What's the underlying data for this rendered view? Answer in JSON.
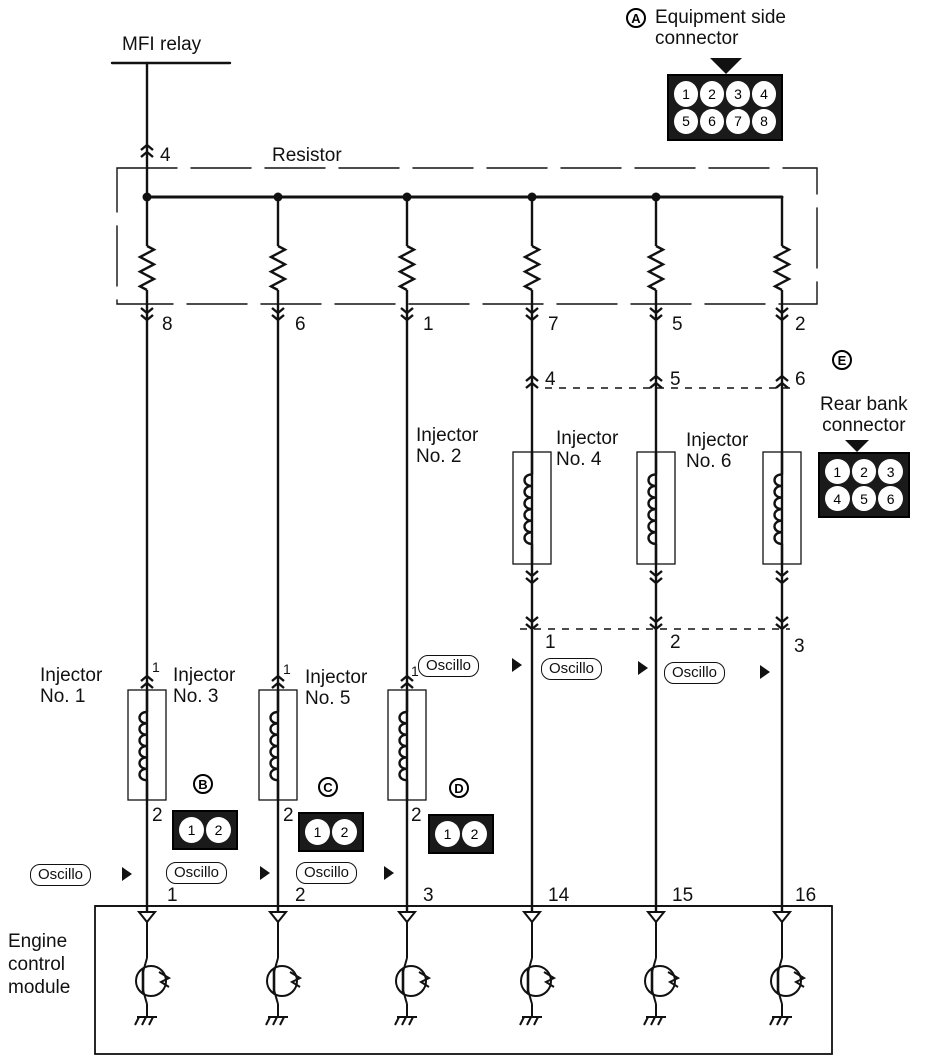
{
  "labels": {
    "mfi_relay": "MFI relay",
    "resistor": "Resistor",
    "injector_2": "Injector\nNo. 2",
    "injector_4": "Injector\nNo. 4",
    "injector_6": "Injector\nNo. 6",
    "injector_1": "Injector\nNo. 1",
    "injector_3": "Injector\nNo. 3",
    "injector_5": "Injector\nNo. 5",
    "ecm": "Engine\ncontrol\nmodule",
    "conn_a": "Equipment side\nconnector",
    "conn_e": "Rear bank\nconnector"
  },
  "connector_letters": {
    "a": "A",
    "b": "B",
    "c": "C",
    "d": "D",
    "e": "E"
  },
  "oscillo": "Oscillo",
  "resistor_pins": {
    "top": "4",
    "r1": "8",
    "r2": "6",
    "r3": "1",
    "r4": "7",
    "r5": "5",
    "r6": "2"
  },
  "rear_bank_top_pins": {
    "p1": "4",
    "p2": "5",
    "p3": "6"
  },
  "rear_bank_bottom_pins": {
    "p1": "1",
    "p2": "2",
    "p3": "3"
  },
  "injector_pins": {
    "i1_top": "1",
    "i1_bot": "2",
    "i3_top": "1",
    "i3_bot": "2",
    "i5_top": "1",
    "i5_bot": "2"
  },
  "ecm_pins": {
    "p1": "1",
    "p2": "2",
    "p3": "3",
    "p4": "14",
    "p5": "15",
    "p6": "16"
  },
  "connector_a_pins": [
    "1",
    "2",
    "3",
    "4",
    "5",
    "6",
    "7",
    "8"
  ],
  "connector_e_pins": [
    "1",
    "2",
    "3",
    "4",
    "5",
    "6"
  ],
  "connector_2pin": [
    "1",
    "2"
  ]
}
